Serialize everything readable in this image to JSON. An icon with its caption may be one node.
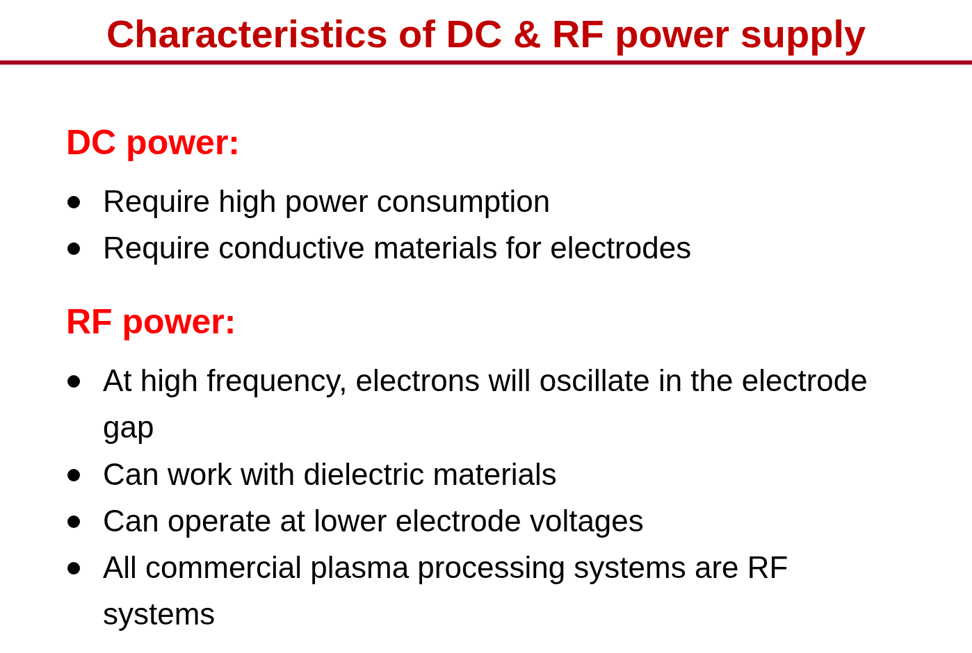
{
  "diagram": {
    "title": "Characteristics of DC & RF power supply",
    "labels": [
      "DC power:",
      "Require high power consumption",
      "Require conductive materials for electrodes",
      "RF power:",
      "At high frequency, electrons will oscillate in the electrode gap",
      "Can work with dielectric materials",
      "Can operate at lower electrode voltages",
      "All commercial plasma processing systems are RF systems"
    ]
  }
}
